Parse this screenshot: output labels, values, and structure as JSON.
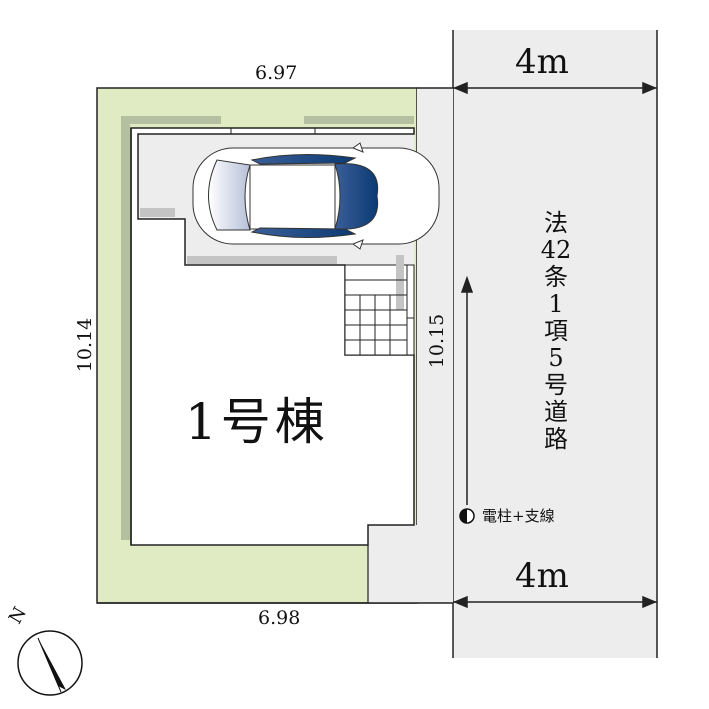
{
  "plan": {
    "building_label": "1号棟",
    "dims": {
      "top": "6.97",
      "bottom": "6.98",
      "left": "10.14",
      "right": "10.15"
    },
    "road": {
      "width_top": "4m",
      "width_bottom": "4m",
      "label": [
        "法",
        "42",
        "条",
        "1",
        "項",
        "5",
        "号",
        "道",
        "路"
      ]
    },
    "pole_label": "電柱+支線",
    "compass_label": "N",
    "colors": {
      "garden": "#e0ebc4",
      "paving": "#ededed",
      "road": "#ededed",
      "car_glass": "#0c3a72"
    }
  }
}
